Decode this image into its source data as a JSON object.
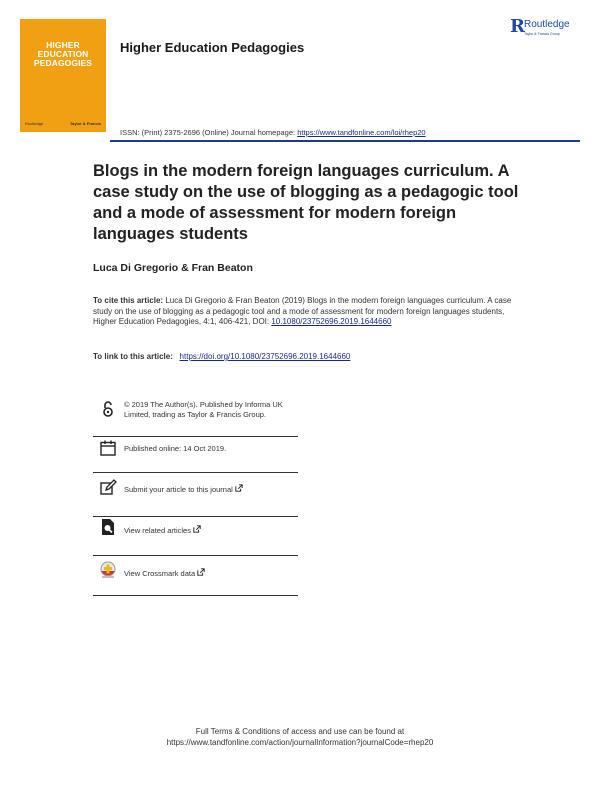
{
  "journal": {
    "cover_title_lines": [
      "HIGHER",
      "EDUCATION",
      "PEDAGOGIES"
    ],
    "cover_publisher_left": "Routledge",
    "cover_publisher_right": "Taylor & Francis",
    "title": "Higher Education Pedagogies",
    "publisher_logo": "Routledge",
    "publisher_logo_sub": "Taylor & Francis Group",
    "issn_text": "ISSN: (Print) 2375-2696 (Online) Journal homepage: ",
    "homepage_url": "https://www.tandfonline.com/loi/rhep20"
  },
  "article": {
    "title": "Blogs in the modern foreign languages curriculum. A case study on the use of blogging as a pedagogic tool and a mode of assessment for modern foreign languages students",
    "authors": "Luca Di Gregorio & Fran Beaton"
  },
  "citation": {
    "label": "To cite this article: ",
    "text": "Luca Di Gregorio & Fran Beaton (2019) Blogs in the modern foreign languages curriculum. A case study on the use of blogging as a pedagogic tool and a mode of assessment for modern foreign languages students, Higher Education Pedagogies, 4:1, 406-421, DOI: ",
    "doi": "10.1080/23752696.2019.1644660"
  },
  "link": {
    "label": "To link to this article: ",
    "url": "https://doi.org/10.1080/23752696.2019.1644660"
  },
  "info_rows": [
    {
      "icon": "open-access-icon",
      "text": "© 2019 The Author(s). Published by Informa UK Limited, trading as Taylor & Francis Group."
    },
    {
      "icon": "calendar-icon",
      "text": "Published online: 14 Oct 2019."
    },
    {
      "icon": "edit-icon",
      "text": "Submit your article to this journal"
    },
    {
      "icon": "related-articles-icon",
      "text": "View related articles"
    },
    {
      "icon": "crossmark-icon",
      "text": "View Crossmark data"
    }
  ],
  "footer": {
    "line1": "Full Terms & Conditions of access and use can be found at",
    "line2": "https://www.tandfonline.com/action/journalInformation?journalCode=rhep20"
  }
}
